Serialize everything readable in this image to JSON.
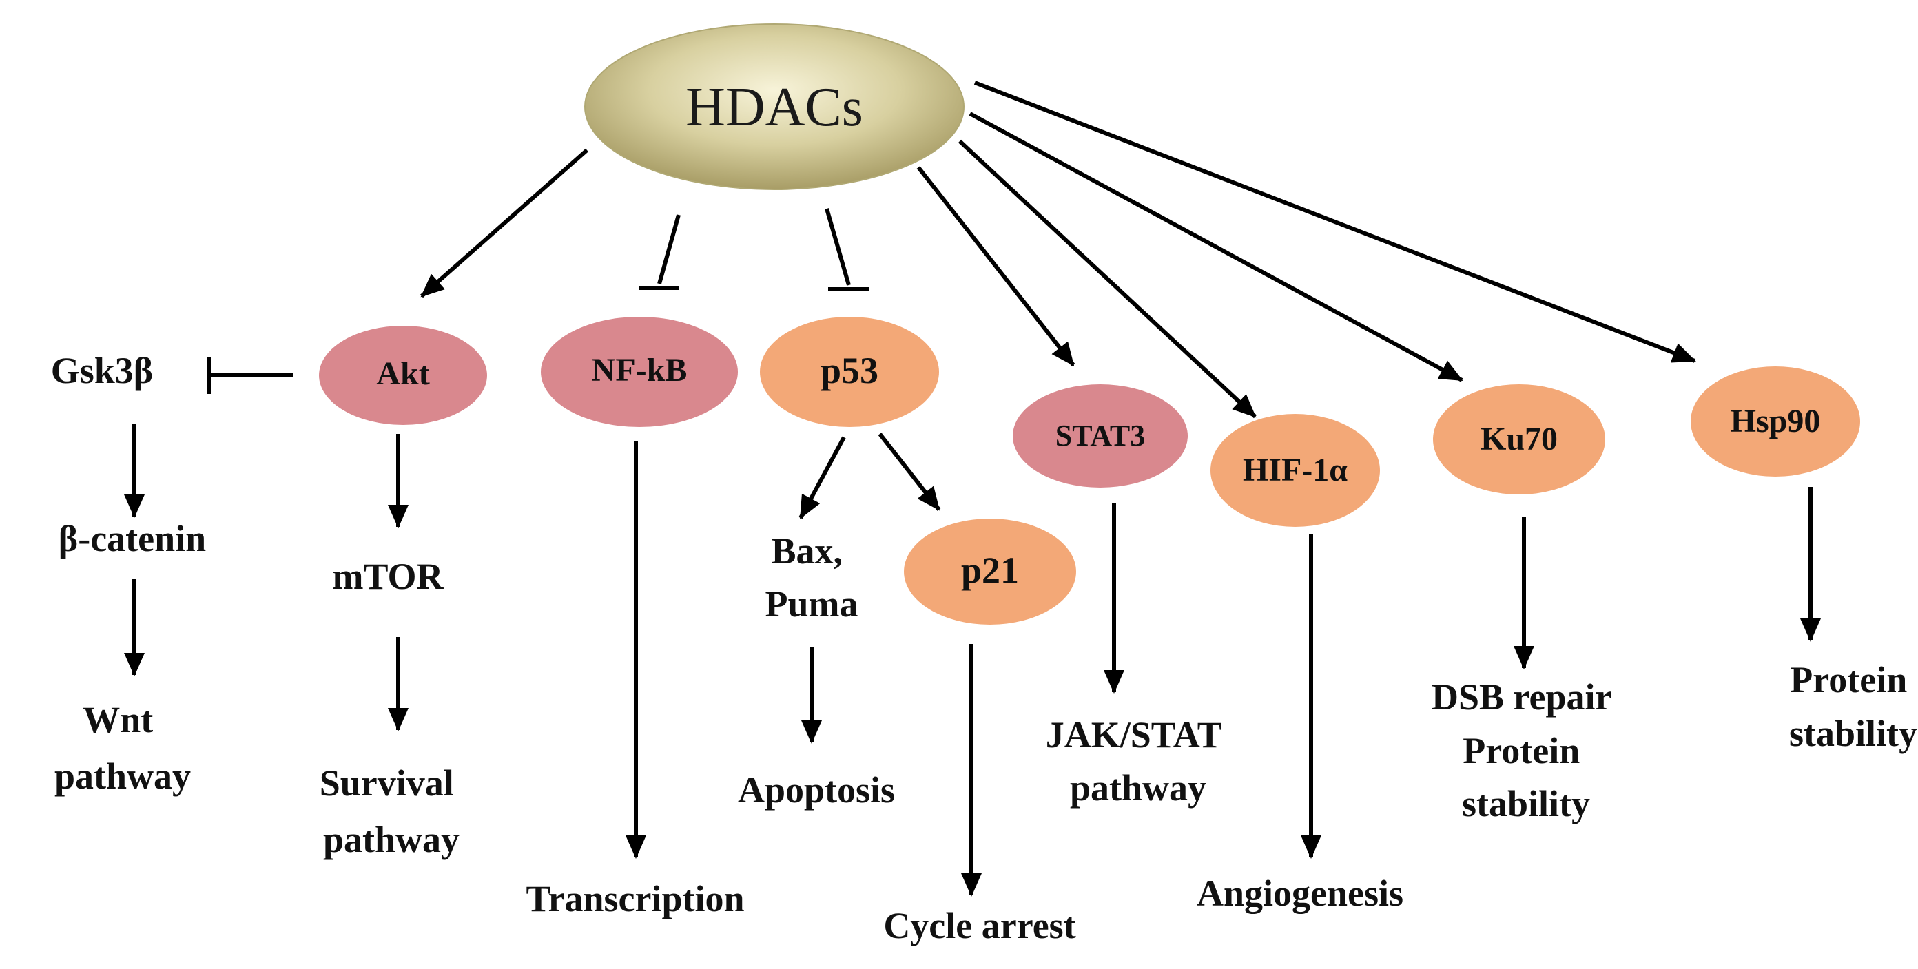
{
  "hub": {
    "label": "HDACs"
  },
  "nodes": {
    "akt": "Akt",
    "nfkb": "NF-kB",
    "p53": "p53",
    "stat3": "STAT3",
    "hif1a": "HIF-1α",
    "ku70": "Ku70",
    "hsp90": "Hsp90",
    "p21": "p21"
  },
  "labels": {
    "gsk3b": "Gsk3β",
    "bcatenin": "β-catenin",
    "wnt": [
      "Wnt",
      "pathway"
    ],
    "mtor": "mTOR",
    "survival": [
      "Survival",
      "pathway"
    ],
    "transcription": "Transcription",
    "baxpuma": [
      "Bax,",
      "Puma"
    ],
    "apoptosis": "Apoptosis",
    "cyclearrest": "Cycle arrest",
    "jakstat": [
      "JAK/STAT",
      "pathway"
    ],
    "angiogenesis": "Angiogenesis",
    "dsb": [
      "DSB repair",
      "Protein",
      "stability"
    ],
    "proteinstability": [
      "Protein",
      "stability"
    ]
  },
  "colors": {
    "hub_fill": "#c9c08a",
    "activated_node": "#d9888e",
    "other_node": "#f3a877",
    "edge": "#000000"
  }
}
